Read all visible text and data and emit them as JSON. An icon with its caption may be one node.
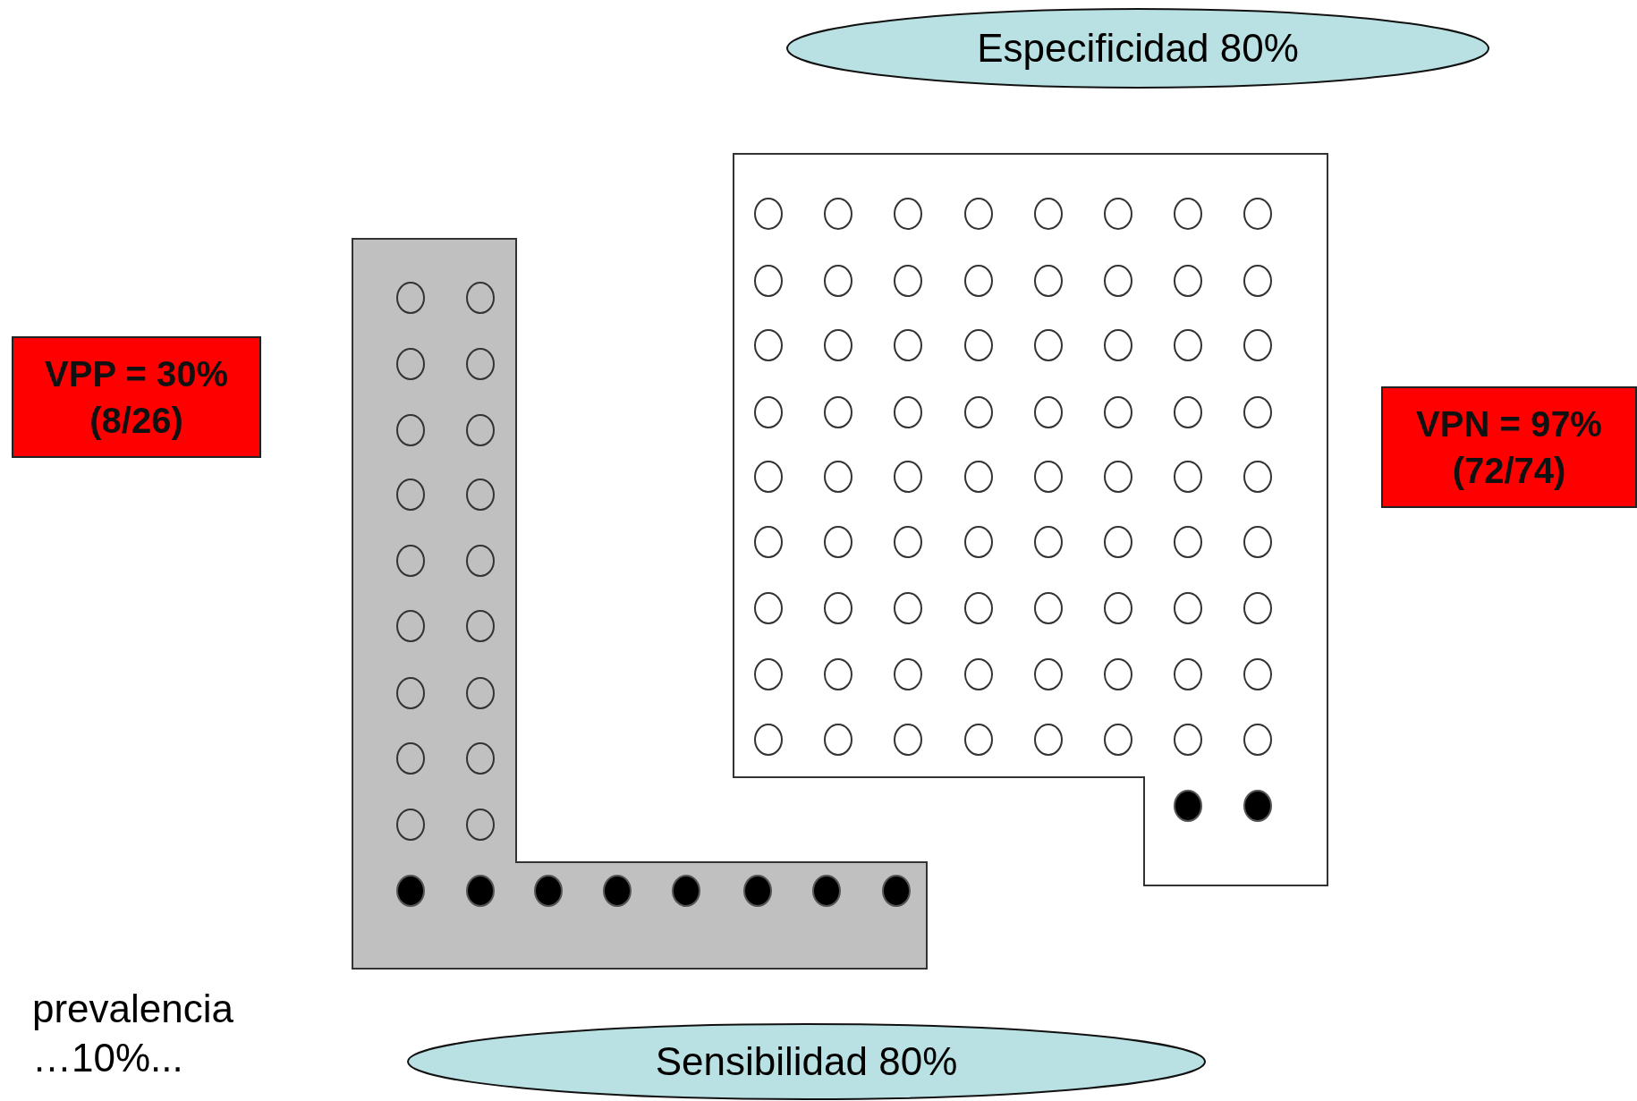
{
  "diagram": {
    "nodes": [
      {
        "text": [
          "Especificidad 80%"
        ]
      },
      {
        "text": [
          "VPP = 30% (8/26)"
        ]
      },
      {
        "text": [
          "VPN = 97% (72/74)"
        ]
      },
      {
        "text": [
          "Sensibilidad 80%"
        ]
      }
    ],
    "labels": [
      "prevalencia …10%..."
    ]
  }
}
